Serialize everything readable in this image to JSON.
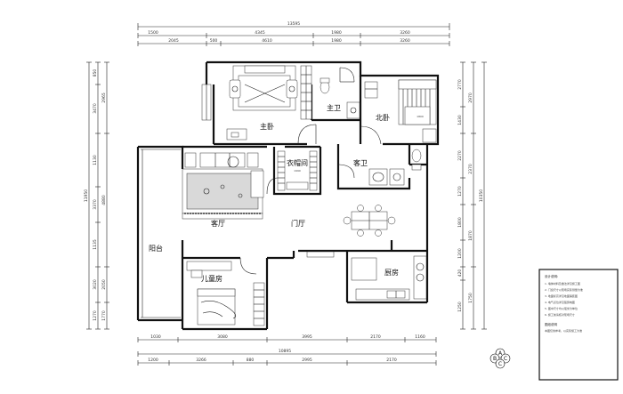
{
  "rooms": {
    "master_bedroom": "主卧",
    "master_bath": "主卫",
    "north_bedroom": "北卧",
    "walk_in_closet": "衣帽间",
    "guest_bath": "客卫",
    "living_room": "客厅",
    "foyer": "门厅",
    "balcony": "阳台",
    "kids_room": "儿童房",
    "kitchen": "厨房"
  },
  "dims_top": {
    "total": "13595",
    "row1": [
      "1500",
      "4345",
      "1980",
      "3260"
    ],
    "row2": [
      "2045",
      "500",
      "4610",
      "1980",
      "3260"
    ]
  },
  "dims_bottom": {
    "total": "10895",
    "row1": [
      "1030",
      "3080",
      "3995",
      "2170",
      "1160"
    ],
    "row2": [
      "1200",
      "3266",
      "880",
      "2995",
      "2170"
    ]
  },
  "dims_left": {
    "total": "11950",
    "outer": [
      "850",
      "3470",
      "1130",
      "3370",
      "1135",
      "3020",
      "1270"
    ],
    "inner": [
      "2965",
      "4880",
      "2050",
      "1770"
    ]
  },
  "dims_right": {
    "total": "10350",
    "outer": [
      "2770",
      "1430",
      "2270",
      "1270",
      "1800",
      "1200",
      "420",
      "1250"
    ],
    "inner": [
      "2970",
      "2370",
      "1870",
      "1750"
    ]
  },
  "notes": {
    "title": "设计说明:",
    "lines": [
      "1. 墙体材料及做法详见施工图",
      "2. 门窗尺寸以现场实际测量为准",
      "3. 地面标高详见地面铺装图",
      "4. 电气点位详见强弱电图",
      "5. 图中尺寸均以毫米为单位",
      "6. 施工前请核对现场尺寸"
    ],
    "footer_title": "图纸说明",
    "footer": "本图仅供参考，以实际施工为准"
  },
  "compass": [
    "A",
    "B",
    "C",
    "C"
  ],
  "small_labels": {
    "closet_size": "1990",
    "bed_size": "1800"
  }
}
